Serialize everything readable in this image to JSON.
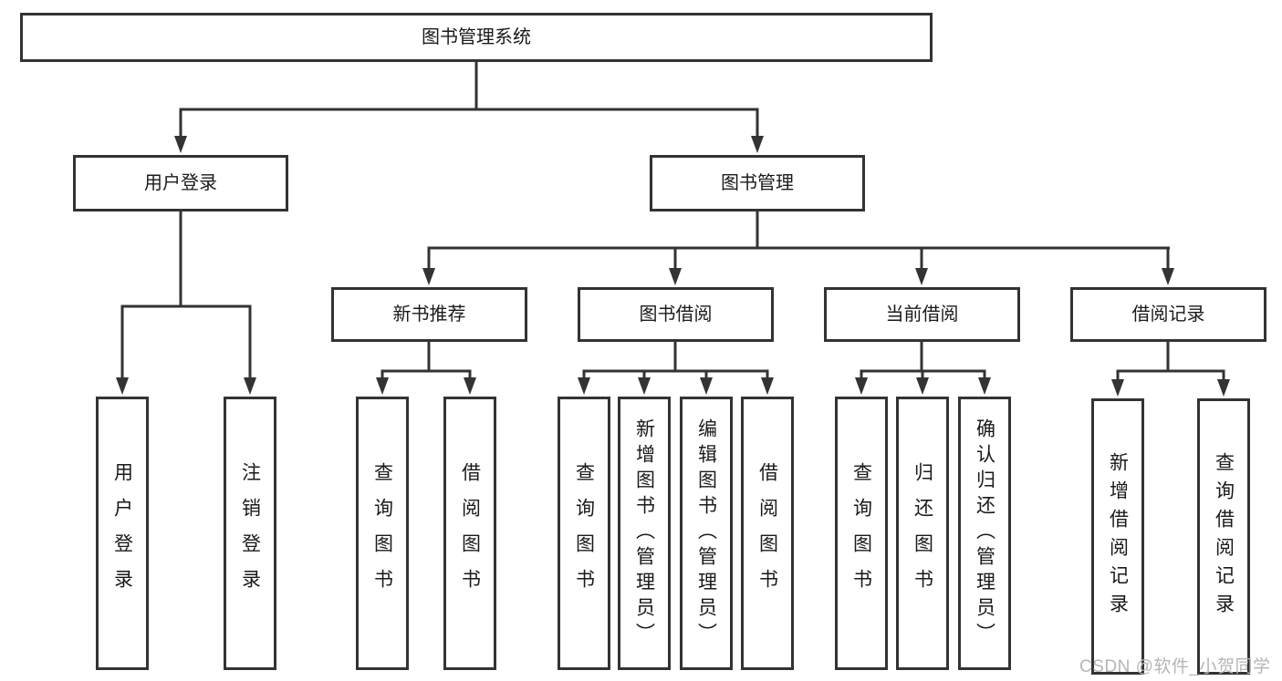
{
  "diagram": {
    "root": {
      "label": "图书管理系统"
    },
    "level2": [
      {
        "label": "用户登录"
      },
      {
        "label": "图书管理"
      }
    ],
    "level3": [
      {
        "label": "新书推荐"
      },
      {
        "label": "图书借阅"
      },
      {
        "label": "当前借阅"
      },
      {
        "label": "借阅记录"
      }
    ],
    "leaves": {
      "login": [
        {
          "label": "用户登录"
        },
        {
          "label": "注销登录"
        }
      ],
      "recommend": [
        {
          "label": "查询图书"
        },
        {
          "label": "借阅图书"
        }
      ],
      "borrow": [
        {
          "label": "查询图书"
        },
        {
          "label": "新增图书（管理员）"
        },
        {
          "label": "编辑图书（管理员）"
        },
        {
          "label": "借阅图书"
        }
      ],
      "current": [
        {
          "label": "查询图书"
        },
        {
          "label": "归还图书"
        },
        {
          "label": "确认归还（管理员）"
        }
      ],
      "records": [
        {
          "label": "新增借阅记录"
        },
        {
          "label": "查询借阅记录"
        }
      ]
    }
  },
  "watermark": "CSDN @软件_小贺同学",
  "colors": {
    "line": "#333333",
    "box_border": "#333333",
    "text": "#1a1a1a",
    "watermark": "#b6b6b6",
    "background": "#ffffff"
  }
}
